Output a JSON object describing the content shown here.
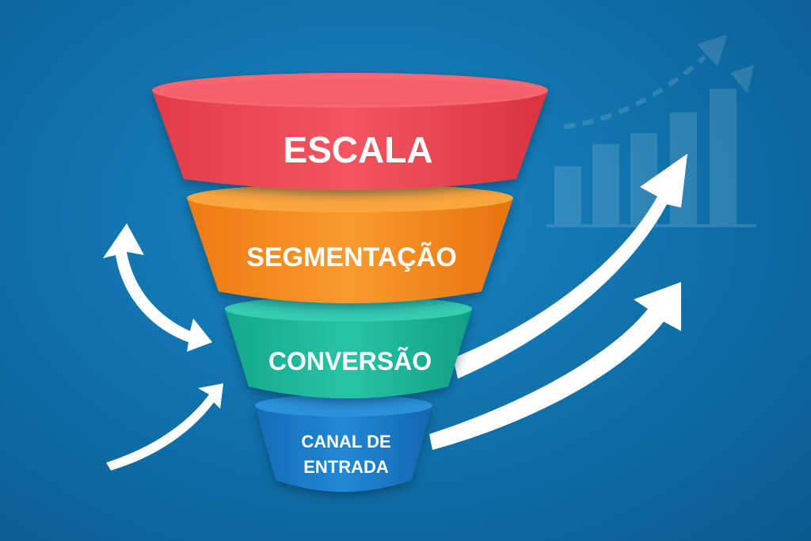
{
  "diagram": {
    "type": "funnel",
    "stages": [
      {
        "label": "ESCALA",
        "color": "#ef4a55"
      },
      {
        "label": "SEGMENTAÇÃO",
        "color": "#f58a1f"
      },
      {
        "label": "CONVERSÃO",
        "color": "#1fb89b"
      },
      {
        "label_lines": [
          "CANAL DE",
          "ENTRADA"
        ],
        "color": "#1a7bc9"
      }
    ],
    "background_color": "#1177b3",
    "arrow_color": "#ffffff",
    "decoration_icon": "growth-bar-chart-icon"
  }
}
